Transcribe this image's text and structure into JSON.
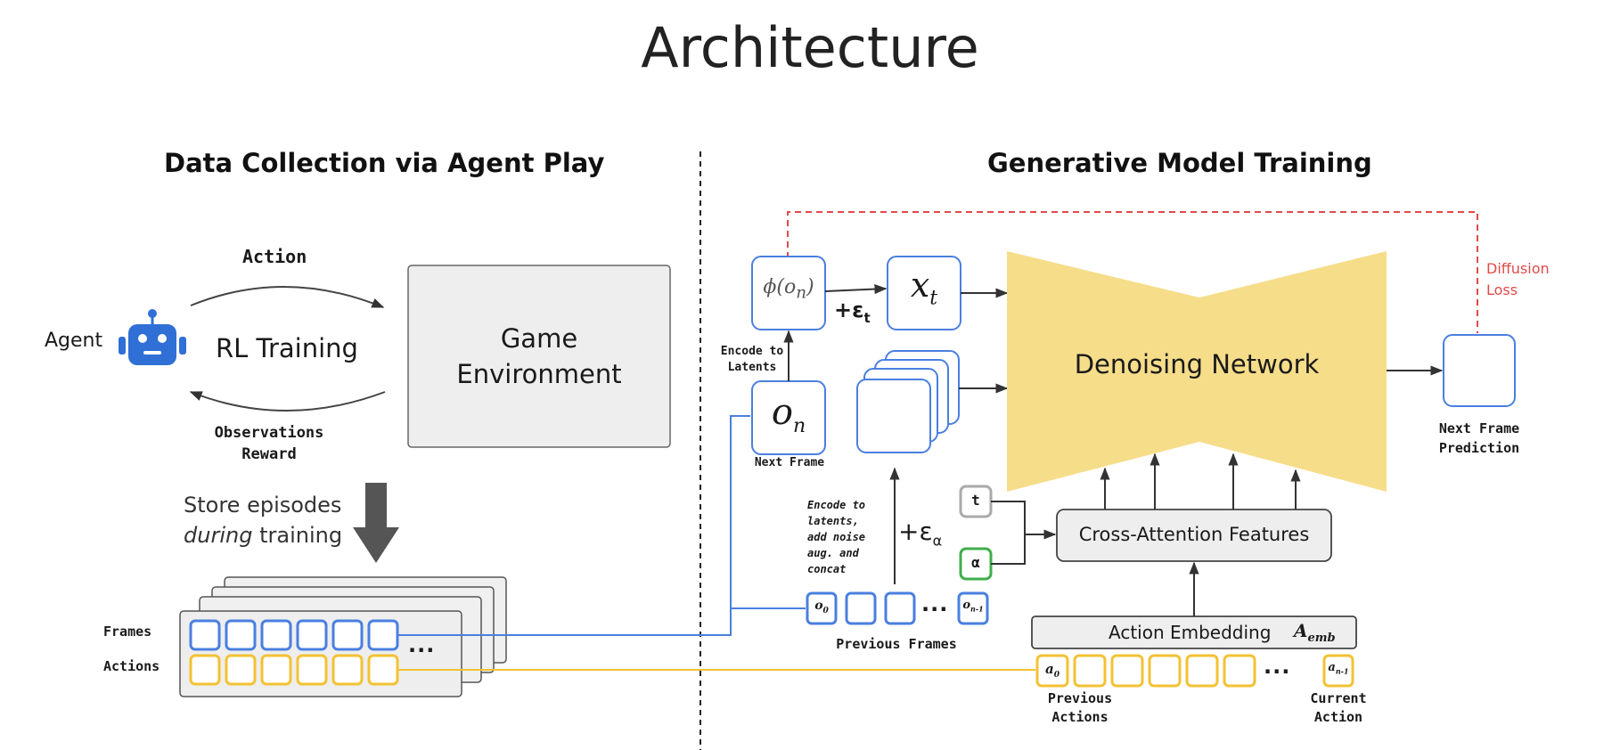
{
  "title": "Architecture",
  "left": {
    "heading": "Data Collection via Agent Play",
    "agent_label": "Agent",
    "action_label": "Action",
    "rl_training": "RL Training",
    "game_env_line1": "Game",
    "game_env_line2": "Environment",
    "observations_label": "Observations",
    "reward_label": "Reward",
    "store_line1": "Store episodes",
    "store_line2_em": "during",
    "store_line2_rest": "training",
    "frames_label": "Frames",
    "actions_label": "Actions",
    "ellipsis": "..."
  },
  "right": {
    "heading": "Generative Model Training",
    "phi": "ϕ(o",
    "phi_sub": "n",
    "phi_close": ")",
    "plus_eps_t": "+ε",
    "plus_eps_t_sub": "t",
    "xt": "x",
    "xt_sub": "t",
    "encode_latents_1": "Encode to",
    "encode_latents_2": "Latents",
    "on": "o",
    "on_sub": "n",
    "next_frame": "Next Frame",
    "denoising": "Denoising Network",
    "diffusion_loss_1": "Diffusion",
    "diffusion_loss_2": "Loss",
    "next_frame_pred_1": "Next Frame",
    "next_frame_pred_2": "Prediction",
    "encode_noise_1": "Encode to",
    "encode_noise_2": "latents,",
    "encode_noise_3": "add noise",
    "encode_noise_4": "aug. and",
    "encode_noise_5": "concat",
    "plus_eps_a": "+ε",
    "plus_eps_a_sub": "α",
    "t_token": "t",
    "alpha_token": "α",
    "cross_attention": "Cross-Attention Features",
    "o0": "o",
    "o0_sub": "0",
    "on1": "o",
    "on1_sub": "n-1",
    "dots": "...",
    "previous_frames": "Previous Frames",
    "action_embedding": "Action Embedding",
    "a_emb": "A",
    "a_emb_sub": "emb",
    "a0": "a",
    "a0_sub": "0",
    "an1": "a",
    "an1_sub": "n-1",
    "previous_actions_1": "Previous",
    "previous_actions_2": "Actions",
    "current_action_1": "Current",
    "current_action_2": "Action"
  },
  "colors": {
    "blue": "#4a7fe0",
    "yellow": "#f3c233",
    "red": "#e04a4a",
    "green": "#3fae4a",
    "trapezoid": "#f6dd8a",
    "gray_box": "#eeeeee",
    "robot": "#2f6fd6"
  }
}
